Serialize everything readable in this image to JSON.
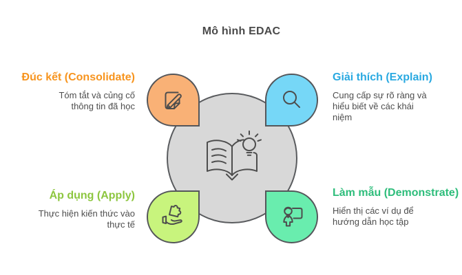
{
  "title": "Mô hình EDAC",
  "colors": {
    "text": "#4D4D4D",
    "shape_outline": "#58595B",
    "center_circle_fill": "#D8D8D8",
    "consolidate_fill": "#F9B176",
    "consolidate_heading": "#F7941E",
    "explain_fill": "#76D7F7",
    "explain_heading": "#29A9E1",
    "apply_fill": "#C8F47D",
    "apply_heading": "#8DC63F",
    "demonstrate_fill": "#69EDAE",
    "demonstrate_heading": "#2EBD7B"
  },
  "center": {
    "icon": "book-lightbulb-icon"
  },
  "quadrants": {
    "consolidate": {
      "heading": "Đúc kết (Consolidate)",
      "lines": [
        "Tóm tắt và củng cố",
        "thông tin đã học"
      ],
      "icon": "note-pencil-icon"
    },
    "explain": {
      "heading": "Giải thích (Explain)",
      "lines": [
        "Cung cấp sự rõ ràng và",
        "hiểu biết về các khái",
        "niệm"
      ],
      "icon": "magnifier-icon"
    },
    "apply": {
      "heading": "Áp dụng (Apply)",
      "lines": [
        "Thực hiện kiến thức vào",
        "thực tế"
      ],
      "icon": "hand-puzzle-icon"
    },
    "demonstrate": {
      "heading": "Làm mẫu (Demonstrate)",
      "lines": [
        "Hiển thị các ví dụ để",
        "hướng dẫn học tập"
      ],
      "icon": "presenter-board-icon"
    }
  }
}
